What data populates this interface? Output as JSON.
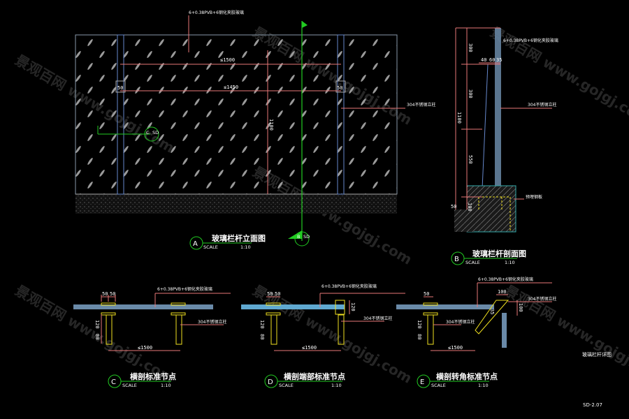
{
  "drawing": {
    "sheet_title": "玻璃栏杆详图",
    "sheet_number": "SD-2.07",
    "watermark": "景观百网 www.gojgj.com",
    "glass_note": "6+0.38PVB+6钢化夹胶玻璃",
    "post_note": "304不锈钢立柱",
    "embed_note": "预埋钢板",
    "colors": {
      "background": "#000000",
      "dimension": "#e87878",
      "section_line": "#22cc22",
      "steel": "#f0e020",
      "glass": "#6a8aa8"
    }
  },
  "views": {
    "a": {
      "marker": "A",
      "title": "玻璃栏杆立面图",
      "scale_label": "SCALE",
      "scale": "1:10",
      "dim_top": "≤1500",
      "dim_mid": "≤1450",
      "dim_height": "1100",
      "dim_post": "50",
      "section_c": "C",
      "section_ref": "SD",
      "section_b": "B"
    },
    "b": {
      "marker": "B",
      "title": "玻璃栏杆剖面图",
      "scale_label": "SCALE",
      "scale": "1:10",
      "dim_300a": "300",
      "dim_300b": "300",
      "dim_550": "550",
      "dim_1100": "1100",
      "dim_40": "40",
      "dim_60": "60",
      "dim_35": "35",
      "dim_50": "50",
      "dim_100": "100"
    },
    "c": {
      "marker": "C",
      "title": "横剖标准节点",
      "scale_label": "SCALE",
      "scale": "1:10",
      "dim_50a": "50",
      "dim_50b": "50",
      "dim_120": "120",
      "dim_80": "80",
      "dim_span": "≤1500"
    },
    "d": {
      "marker": "D",
      "title": "横剖端部标准节点",
      "scale_label": "SCALE",
      "scale": "1:10",
      "dim_50a": "50",
      "dim_50b": "50",
      "dim_120": "120",
      "dim_80": "80",
      "dim_span": "≤1500",
      "dim_end": "120"
    },
    "e": {
      "marker": "E",
      "title": "横剖转角标准节点",
      "scale_label": "SCALE",
      "scale": "1:10",
      "dim_50": "50",
      "dim_120": "120",
      "dim_80": "80",
      "dim_span": "≤1500",
      "dim_100": "100",
      "dim_35": "35",
      "dim_side": "100"
    }
  }
}
